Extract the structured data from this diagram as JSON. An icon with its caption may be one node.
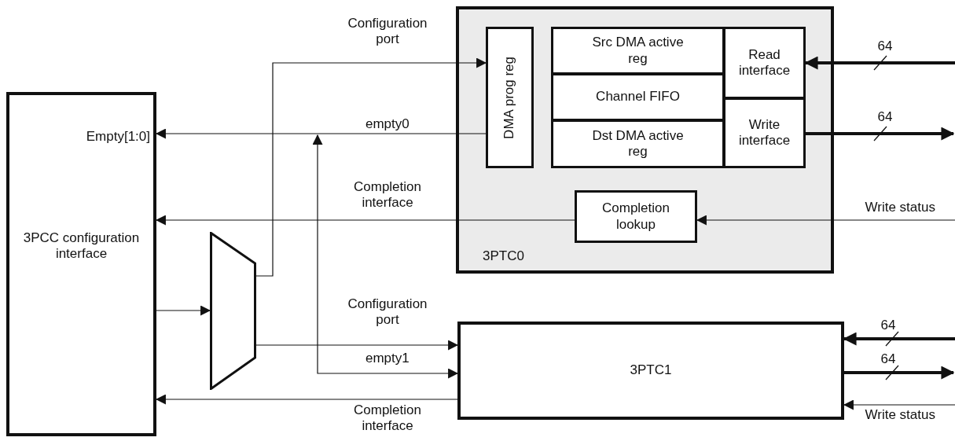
{
  "diagram": {
    "nodes": [
      {
        "text": [
          "Empty[1:0]",
          "3PCC configuration interface"
        ]
      },
      {
        "text": [
          "3PTC0"
        ]
      },
      {
        "text": [
          "DMA prog reg"
        ],
        "in": 1
      },
      {
        "text": [
          "Src DMA active reg"
        ],
        "in": 1
      },
      {
        "text": [
          "Channel FIFO"
        ],
        "in": 1
      },
      {
        "text": [
          "Dst DMA active reg"
        ],
        "in": 1
      },
      {
        "text": [
          "Read interface"
        ],
        "in": 1
      },
      {
        "text": [
          "Write interface"
        ],
        "in": 1
      },
      {
        "text": [
          "Completion lookup"
        ],
        "in": 1
      },
      {
        "text": [],
        "shape": "trapezoid"
      },
      {
        "text": [
          "3PTC1"
        ]
      }
    ],
    "edges": [
      {
        "from": 9,
        "to": 2,
        "arrow": "to",
        "label": "Configuration port"
      },
      {
        "from": 2,
        "to": 0,
        "arrow": "to",
        "label": "empty0"
      },
      {
        "from": null,
        "to": 10,
        "arrow": "both",
        "label": "empty1"
      },
      {
        "from": 8,
        "to": 0,
        "arrow": "to",
        "label": "Completion interface"
      },
      {
        "from": null,
        "to": 8,
        "arrow": "to",
        "label": "Write status"
      },
      {
        "from": null,
        "to": 6,
        "arrow": "to",
        "label": "64",
        "style": "thick"
      },
      {
        "from": 7,
        "to": null,
        "arrow": "to",
        "label": "64",
        "style": "thick"
      },
      {
        "from": 0,
        "to": 9,
        "arrow": "to"
      },
      {
        "from": 9,
        "to": 10,
        "arrow": "to",
        "label": "Configuration port"
      },
      {
        "from": 10,
        "to": 0,
        "arrow": "to",
        "label": "Completion interface"
      },
      {
        "from": null,
        "to": 10,
        "arrow": "to",
        "label": "64",
        "style": "thick"
      },
      {
        "from": 10,
        "to": null,
        "arrow": "to",
        "label": "64",
        "style": "thick"
      },
      {
        "from": null,
        "to": 10,
        "arrow": "to",
        "label": "Write status"
      }
    ]
  }
}
